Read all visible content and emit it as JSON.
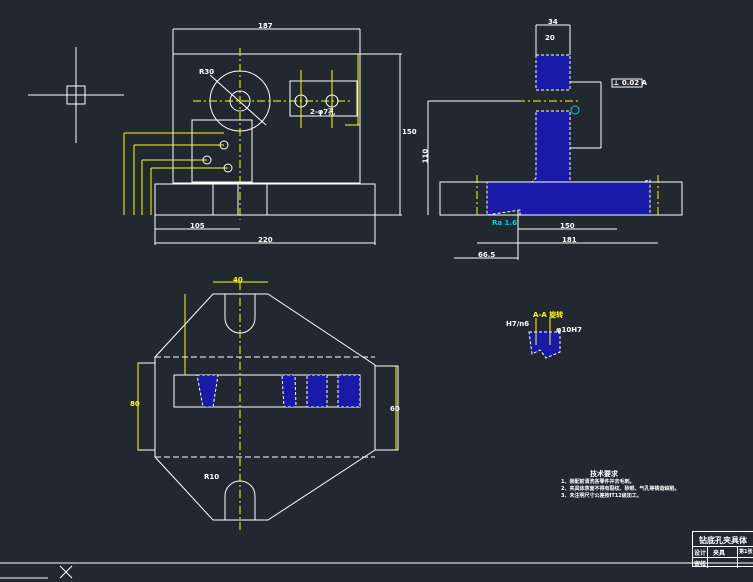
{
  "front_view": {
    "dim_top": "187",
    "dim_bottom": "220",
    "dim_base_left": "105",
    "dim_right": "150",
    "hole_note": "2-φ7孔",
    "radius": "R30"
  },
  "side_view": {
    "dim_top": "34",
    "dim_mid": "20",
    "dim_bottom1": "150",
    "dim_bottom2": "181",
    "dim_bottom3": "66.5",
    "dim_height": "110",
    "roughness": "Ra 1.6",
    "tolerance_frame": "⊥ 0.02 A"
  },
  "plan_view": {
    "dim_top": "40",
    "dim_left": "80",
    "dim_right": "60",
    "radius": "R10"
  },
  "section": {
    "title": "A-A 旋转",
    "note_left": "H7/n6",
    "note_right": "φ10H7"
  },
  "tech_req": {
    "title": "技术要求",
    "items": [
      "1、装配前清洗各零件并去毛刺。",
      "2、夹具体表面不得有裂纹、砂眼、气孔等铸造缺陷。",
      "3、未注明尺寸公差按IT12级加工。"
    ]
  },
  "title_block": {
    "title": "钻底孔夹具体",
    "row1": [
      "设计",
      "夹具",
      "第1张"
    ],
    "row2": [
      "审核",
      "",
      ""
    ]
  },
  "colors": {
    "background": "#212830",
    "geometry": "#ffffff",
    "dimension": "#ffff00",
    "hatch": "#1a1aa8",
    "annotation": "#00d0e0"
  }
}
